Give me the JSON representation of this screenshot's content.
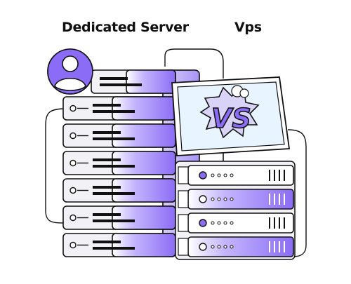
{
  "labels": {
    "dedicated": "Dedicated Server",
    "vps": "Vps",
    "badge": "VS"
  },
  "colors": {
    "purple": "#8b6cf6",
    "lavender": "#c4b5fd",
    "light_panel": "#f1f1f6",
    "outline": "#111111",
    "screen": "#e8f4ff",
    "burst": "#d9d4f7"
  },
  "icons": [
    "user-avatar-icon",
    "server-rack-icon",
    "monitor-icon",
    "vs-burst-icon"
  ]
}
